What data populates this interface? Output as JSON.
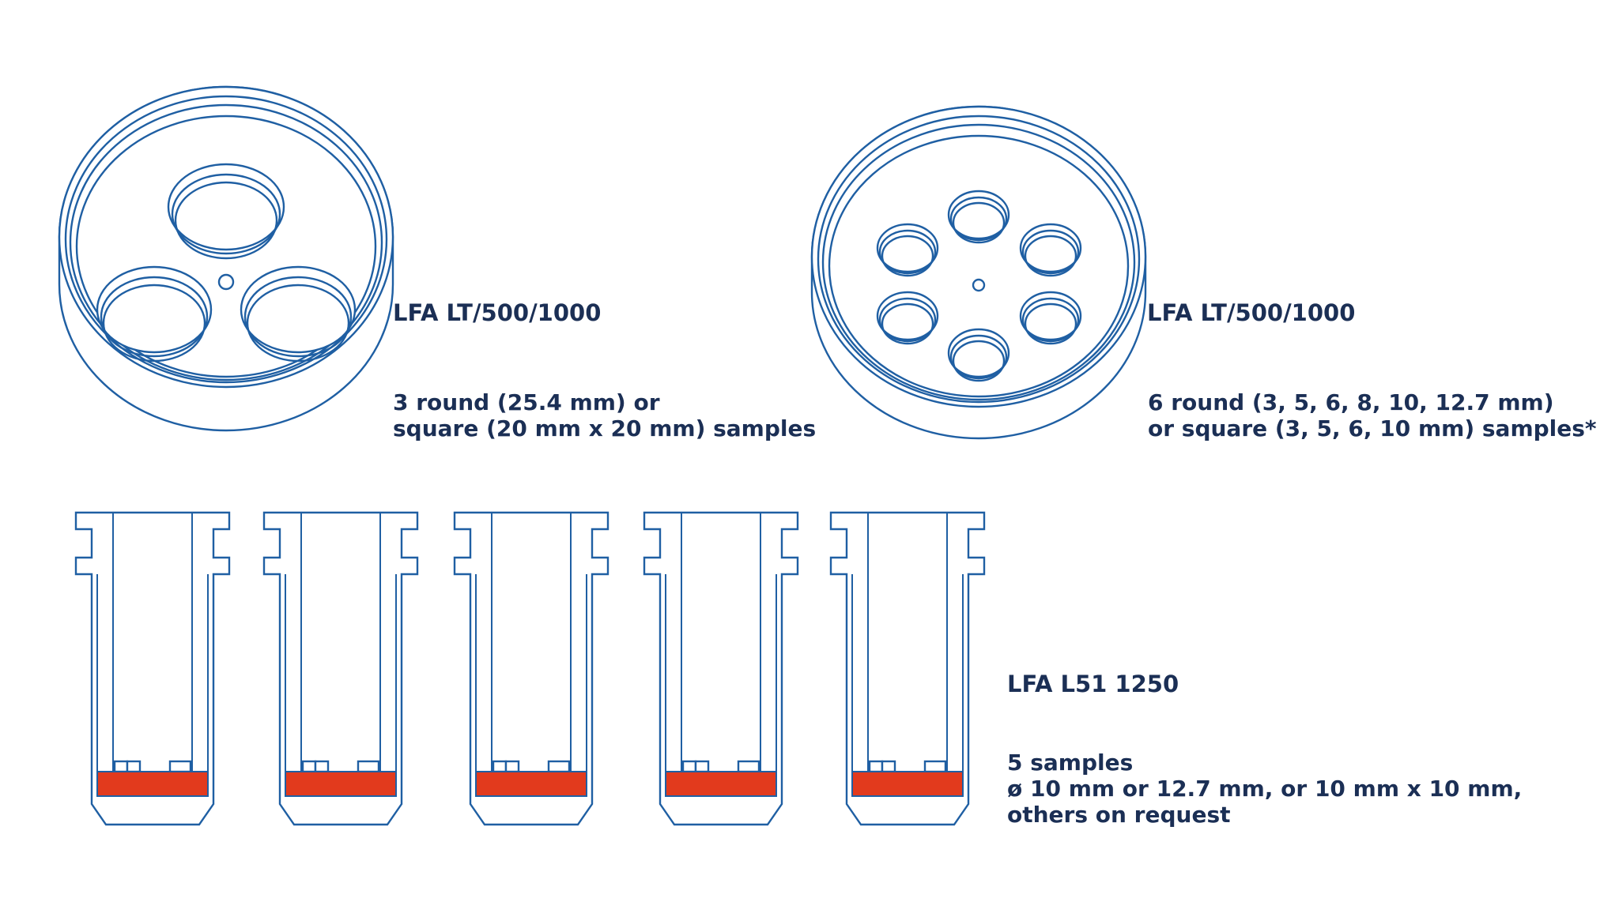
{
  "colors": {
    "line": "#1f5fa3",
    "text": "#1b2f55",
    "sample": "#e23a1d",
    "background": "#ffffff"
  },
  "holder_3": {
    "title": "LFA LT/500/1000",
    "desc": [
      "3 round (25.4 mm) or",
      "square (20 mm x 20 mm) samples"
    ]
  },
  "holder_6": {
    "title": "LFA LT/500/1000",
    "desc": [
      "6 round (3, 5, 6, 8, 10, 12.7 mm)",
      "or square (3, 5, 6, 10 mm) samples*"
    ]
  },
  "holder_l51": {
    "title": "LFA L51 1250",
    "sample_count": 5,
    "desc": [
      "5 samples",
      "ø 10 mm or 12.7 mm, or 10 mm x 10 mm,",
      "others on request"
    ]
  }
}
